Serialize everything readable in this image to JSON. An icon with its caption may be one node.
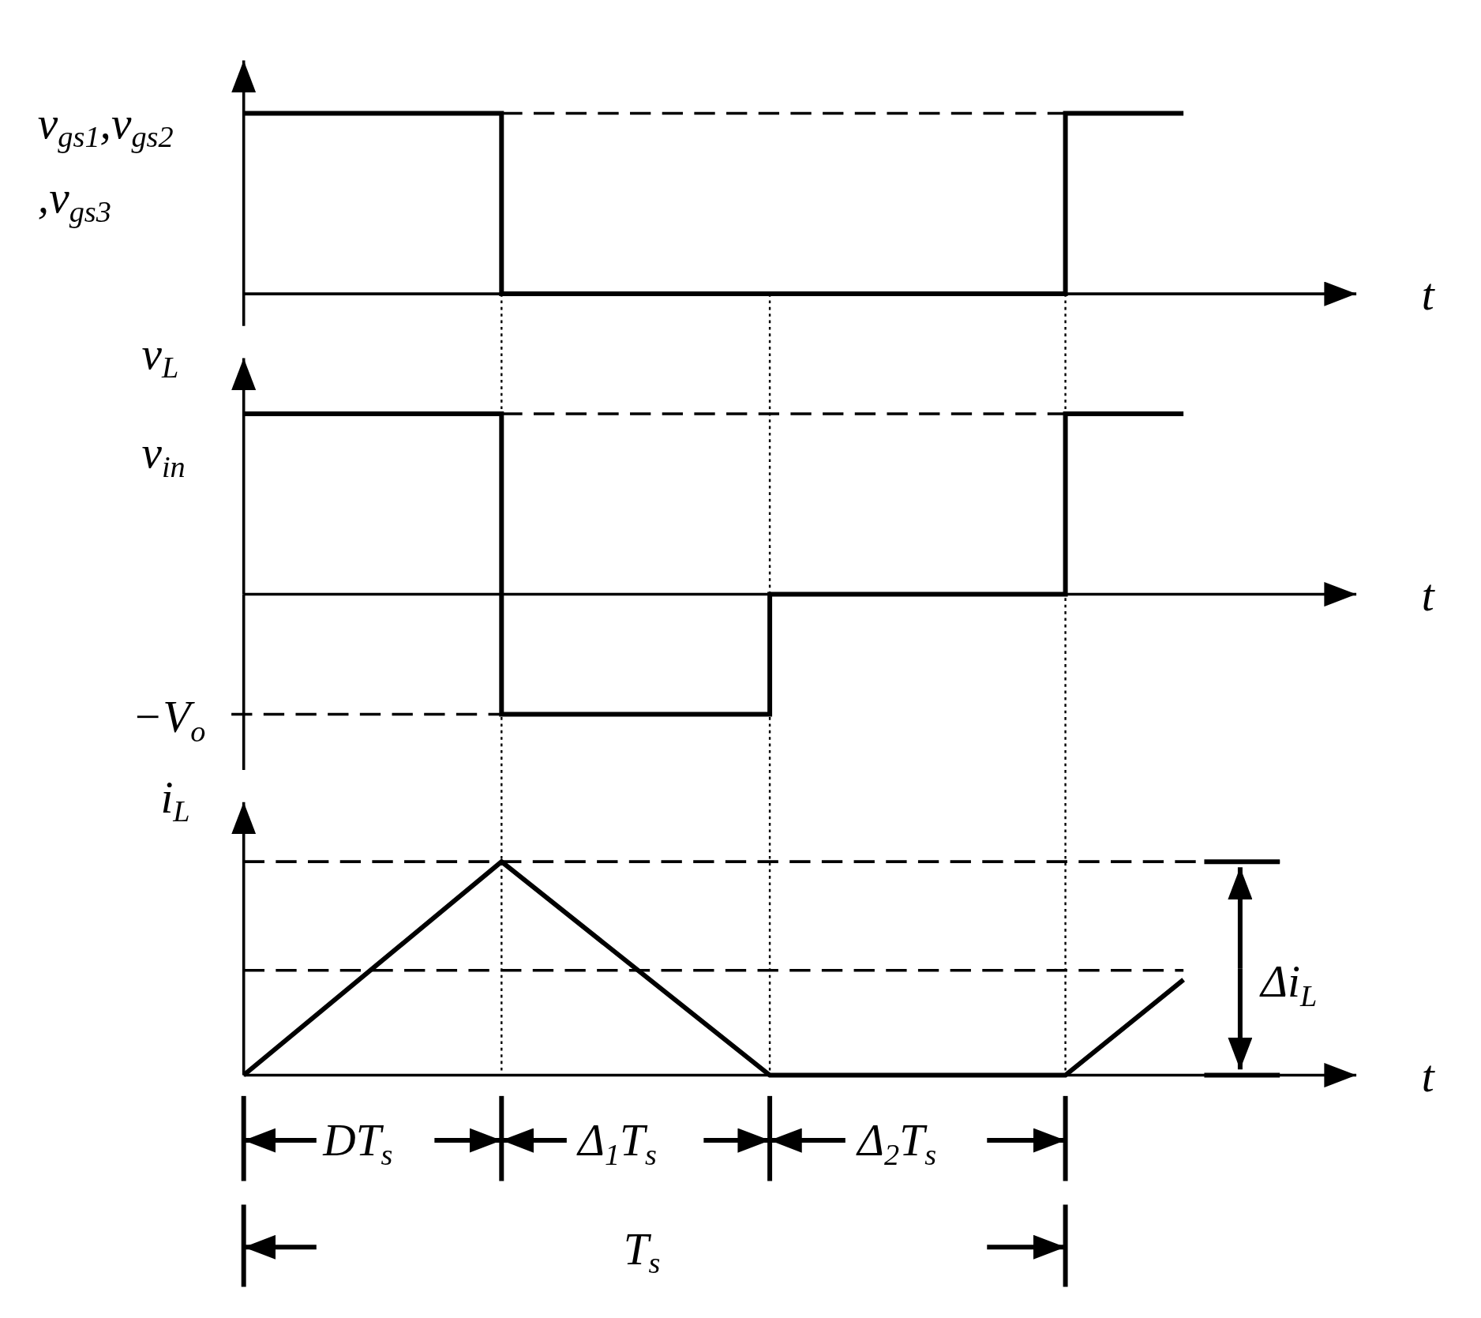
{
  "diagram": {
    "labels": [
      "v$_{gs1}$,v$_{gs2}$ ,v$_{gs3}$",
      "t",
      "v$_{L}$",
      "v$_{in}$",
      "t",
      "−V$_{o}$",
      "i$_{L}$",
      "Δi$_{L}$",
      "t",
      "DT$_{s}$",
      "Δ$_{1}$T$_{s}$",
      "Δ$_{2}$T$_{s}$",
      "T$_{s}$"
    ]
  }
}
